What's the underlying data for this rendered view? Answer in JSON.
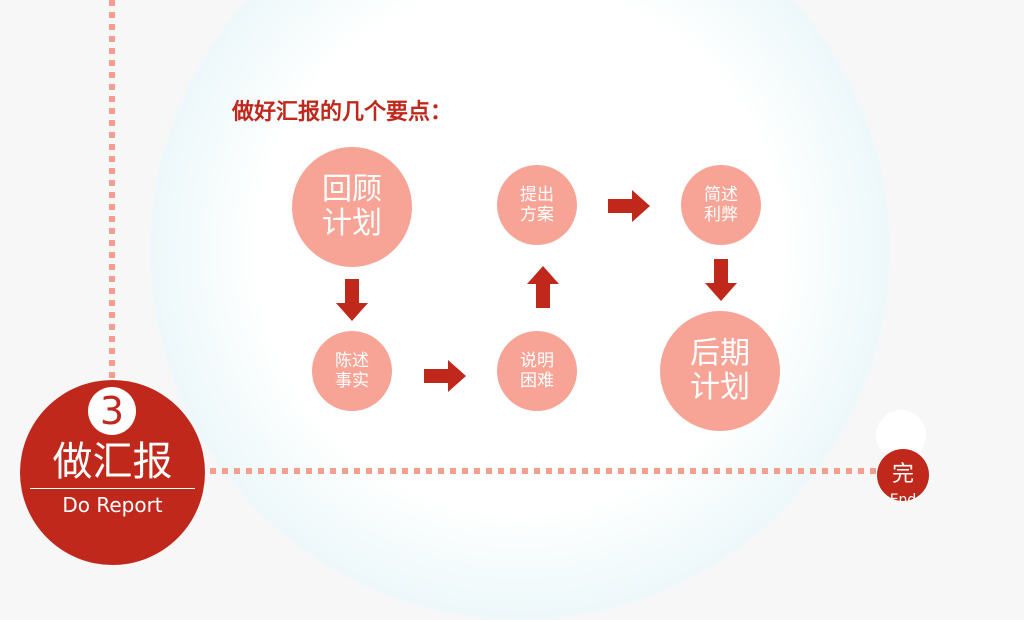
{
  "section": {
    "number": "3",
    "title": "做汇报",
    "subtitle": "Do Report"
  },
  "heading": "做好汇报的几个要点：",
  "nodes": [
    {
      "line1": "回顾",
      "line2": "计划"
    },
    {
      "line1": "陈述",
      "line2": "事实"
    },
    {
      "line1": "说明",
      "line2": "困难"
    },
    {
      "line1": "提出",
      "line2": "方案"
    },
    {
      "line1": "简述",
      "line2": "利弊"
    },
    {
      "line1": "后期",
      "line2": "计划"
    }
  ],
  "end": {
    "label": "完",
    "text": "End"
  },
  "colors": {
    "accent": "#c0281c",
    "node": "#f7a496",
    "dotted": "#f59e8e"
  }
}
